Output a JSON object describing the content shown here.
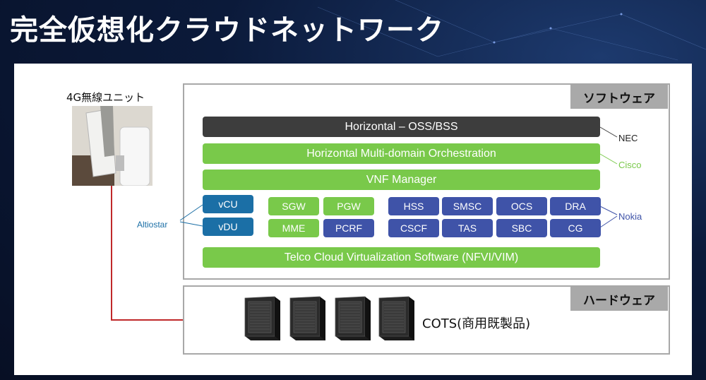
{
  "slide": {
    "title": "完全仮想化クラウドネットワーク"
  },
  "unit": {
    "label": "4G無線ユニット"
  },
  "software": {
    "tag": "ソフトウェア",
    "oss_bss": "Horizontal – OSS/BSS",
    "orchestration": "Horizontal Multi-domain Orchestration",
    "vnf_manager": "VNF Manager",
    "nfvi": "Telco Cloud Virtualization Software (NFVI/VIM)",
    "altiostar_chips": [
      "vCU",
      "vDU"
    ],
    "cisco_chips": [
      "SGW",
      "PGW",
      "MME"
    ],
    "nokia_chips": [
      "PCRF",
      "HSS",
      "SMSC",
      "OCS",
      "DRA",
      "CSCF",
      "TAS",
      "SBC",
      "CG"
    ]
  },
  "vendors": {
    "nec": "NEC",
    "cisco": "Cisco",
    "nokia": "Nokia",
    "altiostar": "Altiostar"
  },
  "hardware": {
    "tag": "ハードウェア",
    "cots": "COTS(商用既製品)"
  },
  "colors": {
    "green": "#79c94a",
    "blue": "#3f53a8",
    "teal": "#1b6fa6",
    "dark": "#3d3d3d",
    "red_line": "#c0282a"
  }
}
